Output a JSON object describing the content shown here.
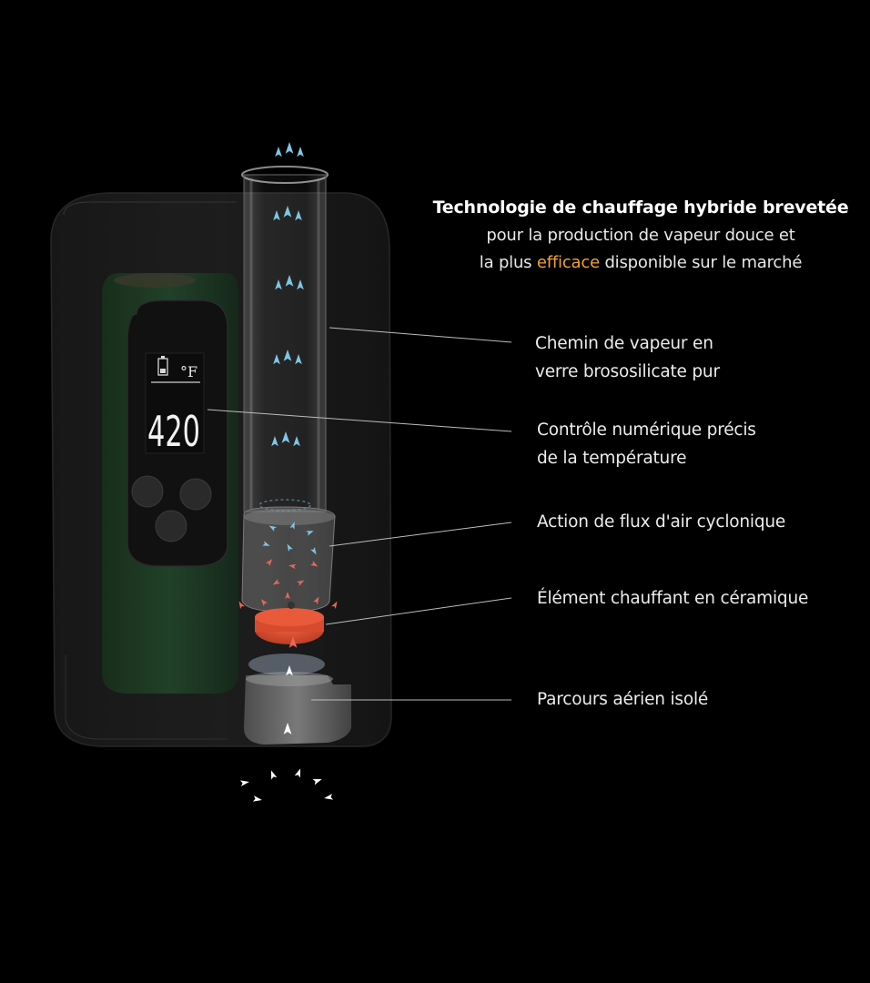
{
  "headline": {
    "title": "Technologie de chauffage hybride brevetée",
    "line2": "pour la production de vapeur douce et",
    "line3_before": "la plus ",
    "line3_accent": "efficace",
    "line3_after": " disponible sur le marché",
    "accent_color": "#f0a23c"
  },
  "callouts": [
    {
      "line1": "Chemin de vapeur en",
      "line2": "verre brososilicate pur"
    },
    {
      "line1": "Contrôle numérique précis",
      "line2": "de la température"
    },
    {
      "line1": "Action de flux d'air cyclonique",
      "line2": ""
    },
    {
      "line1": "Élément chauffant en céramique",
      "line2": ""
    },
    {
      "line1": "Parcours aérien isolé",
      "line2": ""
    }
  ],
  "device": {
    "display_value": "420",
    "display_unit": "°F",
    "body_color": "#1e3a1e",
    "heater_color": "#d84a2c",
    "vapor_arrow_color": "#7fc6e6",
    "hot_arrow_color": "#e8675a"
  }
}
